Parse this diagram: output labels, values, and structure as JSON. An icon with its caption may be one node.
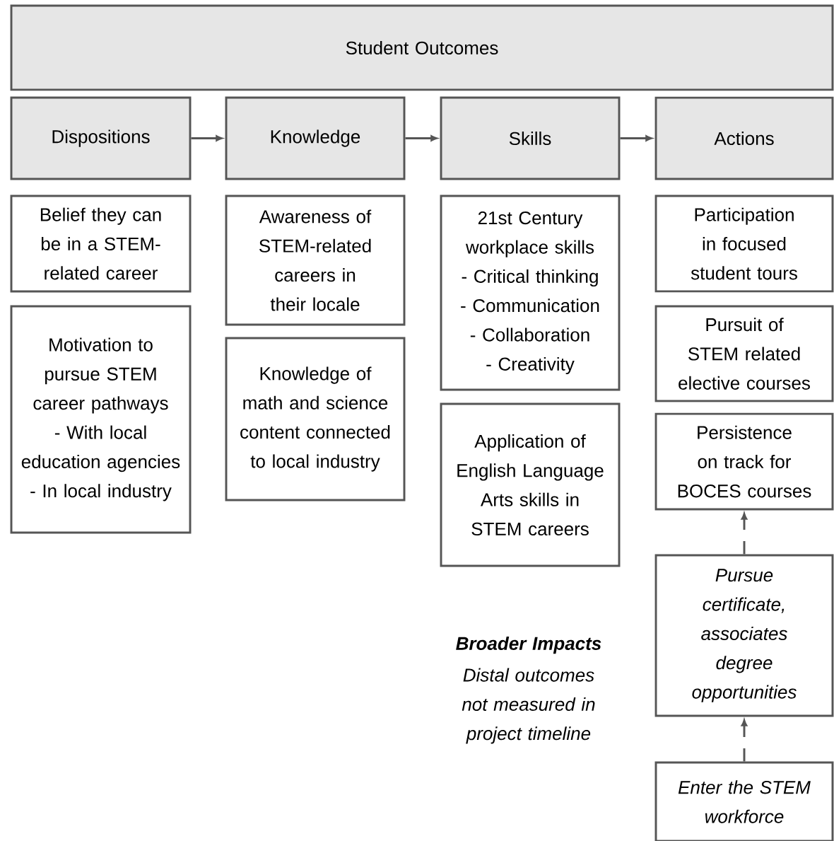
{
  "diagram": {
    "nodes": [
      {
        "text": [
          "Student Outcomes"
        ]
      },
      {
        "text": [
          "Dispositions"
        ]
      },
      {
        "text": [
          "Knowledge"
        ]
      },
      {
        "text": [
          "Skills"
        ]
      },
      {
        "text": [
          "Actions"
        ]
      },
      {
        "text": [
          "Belief they can be in a STEM-related career"
        ]
      },
      {
        "text": [
          "Motivation to pursue STEM career pathways",
          "- With local education agencies",
          "- In local industry"
        ]
      },
      {
        "text": [
          "Awareness of STEM-related careers in their locale"
        ]
      },
      {
        "text": [
          "Knowledge of math and science content connected to local industry"
        ]
      },
      {
        "text": [
          "21st Century workplace skills",
          "- Critical thinking",
          "- Communication",
          "- Collaboration",
          "- Creativity"
        ]
      },
      {
        "text": [
          "Application of English Language Arts skills in STEM careers"
        ]
      },
      {
        "text": [
          "Participation in focused student tours"
        ]
      },
      {
        "text": [
          "Pursuit of STEM related elective courses"
        ]
      },
      {
        "text": [
          "Persistence on track for BOCES courses"
        ]
      },
      {
        "text": [
          "Pursue certificate, associates degree opportunities"
        ]
      },
      {
        "text": [
          "Enter the STEM workforce"
        ]
      }
    ],
    "edges": [
      {
        "from": 1,
        "to": 2,
        "arrow": "to"
      },
      {
        "from": 2,
        "to": 3,
        "arrow": "to"
      },
      {
        "from": 3,
        "to": 4,
        "arrow": "to"
      },
      {
        "from": 14,
        "to": 13,
        "arrow": "to",
        "style": "dashed"
      },
      {
        "from": 15,
        "to": 14,
        "arrow": "to",
        "style": "dashed"
      }
    ],
    "labels": [
      "Broader Impacts",
      "Distal outcomes not measured in project timeline"
    ]
  }
}
